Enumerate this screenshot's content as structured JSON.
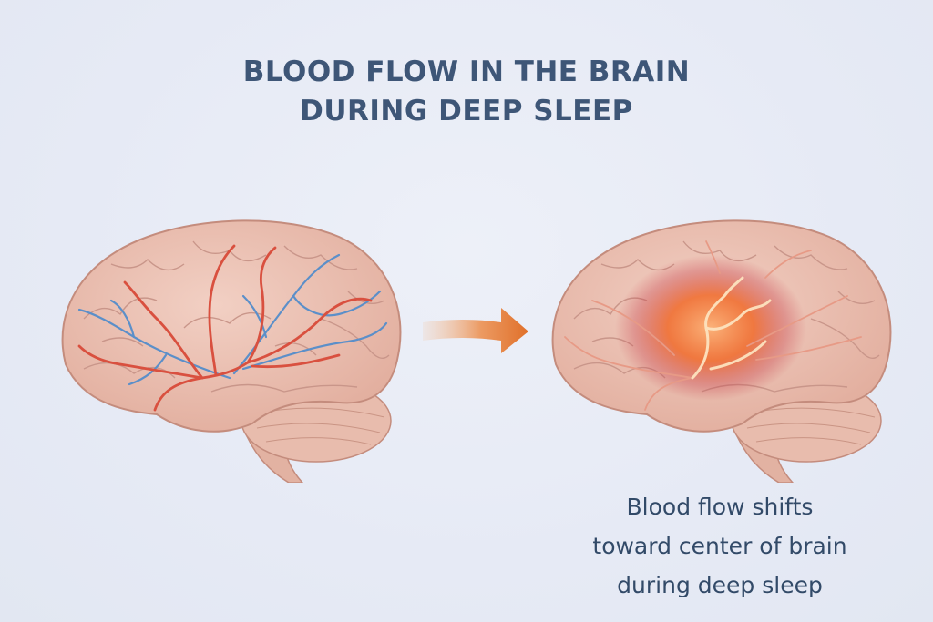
{
  "title": {
    "line1": "BLOOD FLOW IN THE BRAIN",
    "line2": "DURING DEEP SLEEP"
  },
  "panels": [
    {
      "id": "normal-brain",
      "description": "Brain with red arteries and blue veins distributed across cortex"
    },
    {
      "id": "deep-sleep-brain",
      "description": "Brain with glowing orange-red blood flow concentrated in center"
    }
  ],
  "arrow": {
    "direction": "right",
    "color": "#e0702a"
  },
  "caption": {
    "line1": "Blood flow shifts",
    "line2": "toward center of brain",
    "line3": "during deep sleep"
  },
  "colors": {
    "background": "#e7ebf5",
    "title": "#3e5677",
    "brain_tissue": "#ecc2b4",
    "brain_outline": "#c48c7d",
    "artery": "#d9503f",
    "vein": "#5b8fc9",
    "glow": "#f06a2a",
    "arrow": "#e0702a"
  }
}
